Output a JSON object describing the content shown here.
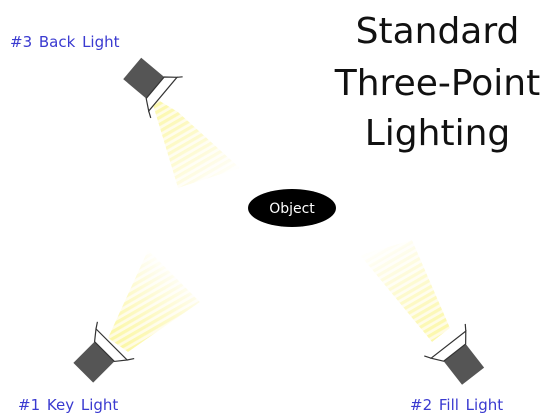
{
  "title": {
    "line1": "Standard",
    "line2": "Three-Point",
    "line3": "Lighting"
  },
  "object": {
    "label": "Object"
  },
  "lights": {
    "back": {
      "label": "#3  Back Light"
    },
    "key": {
      "label": "#1  Key Light"
    },
    "fill": {
      "label": "#2  Fill Light"
    }
  },
  "colors": {
    "label_text": "#3a3ad0",
    "lamp_body": "#555555",
    "beam": "#fbf7a6",
    "object_fill": "#000000",
    "object_text": "#ffffff"
  }
}
